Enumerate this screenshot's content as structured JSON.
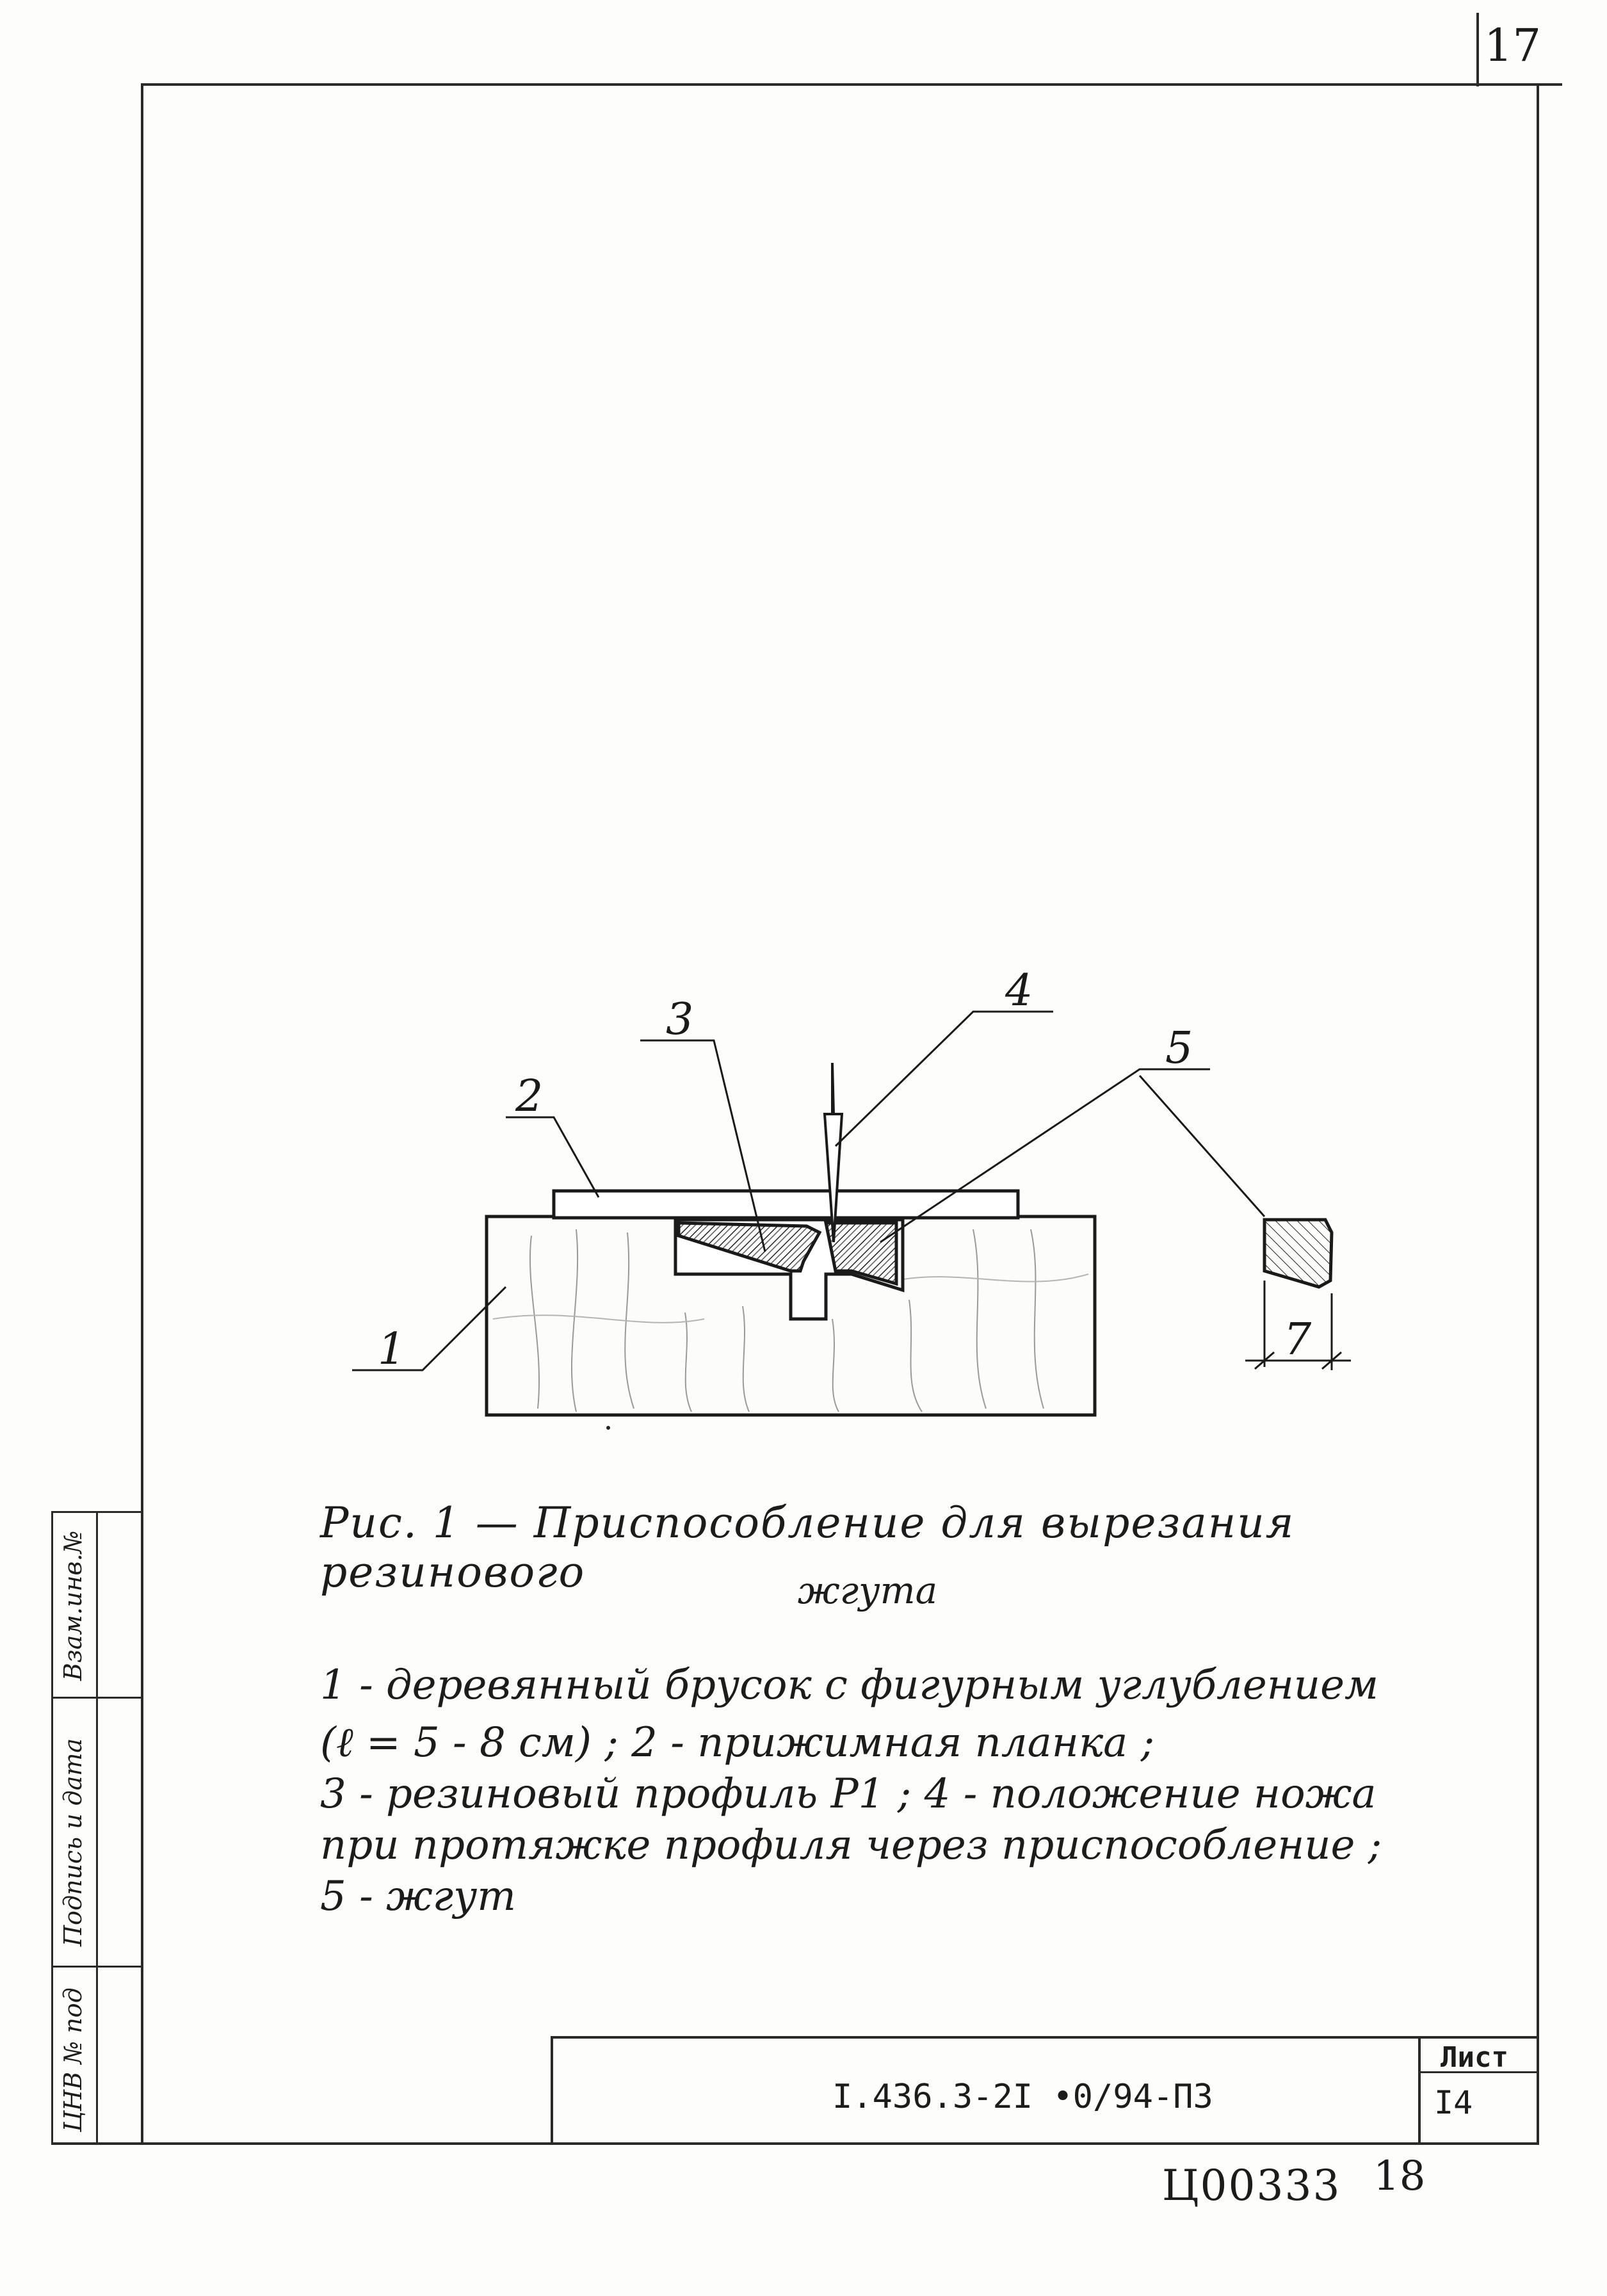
{
  "sheet_corner_number": "17",
  "figure": {
    "labels": [
      "1",
      "2",
      "3",
      "4",
      "5",
      "7"
    ]
  },
  "caption": {
    "title": "Рис. 1 — Приспособление для вырезания резинового",
    "title_cont": "жгута"
  },
  "legend": {
    "line1": "1 - деревянный брусок с фигурным углублением",
    "line2": "(ℓ = 5 - 8 см) ;   2 - прижимная планка ;",
    "line3": "3 - резиновый профиль Р1 ;   4 - положение ножа",
    "line4": "при протяжке профиля через приспособление ;",
    "line5": "5 - жгут"
  },
  "side_stamp": {
    "inv_no": "ЦНВ № под",
    "signature_date": "Подпись и дата",
    "replaces": "Взам.инв.№"
  },
  "title_block": {
    "document_code": "I.436.3-2I •0/94-ПЗ",
    "sheet_label": "Лист",
    "sheet_number": "I4"
  },
  "archive_stamp": "Ц00333",
  "archive_page": "18"
}
